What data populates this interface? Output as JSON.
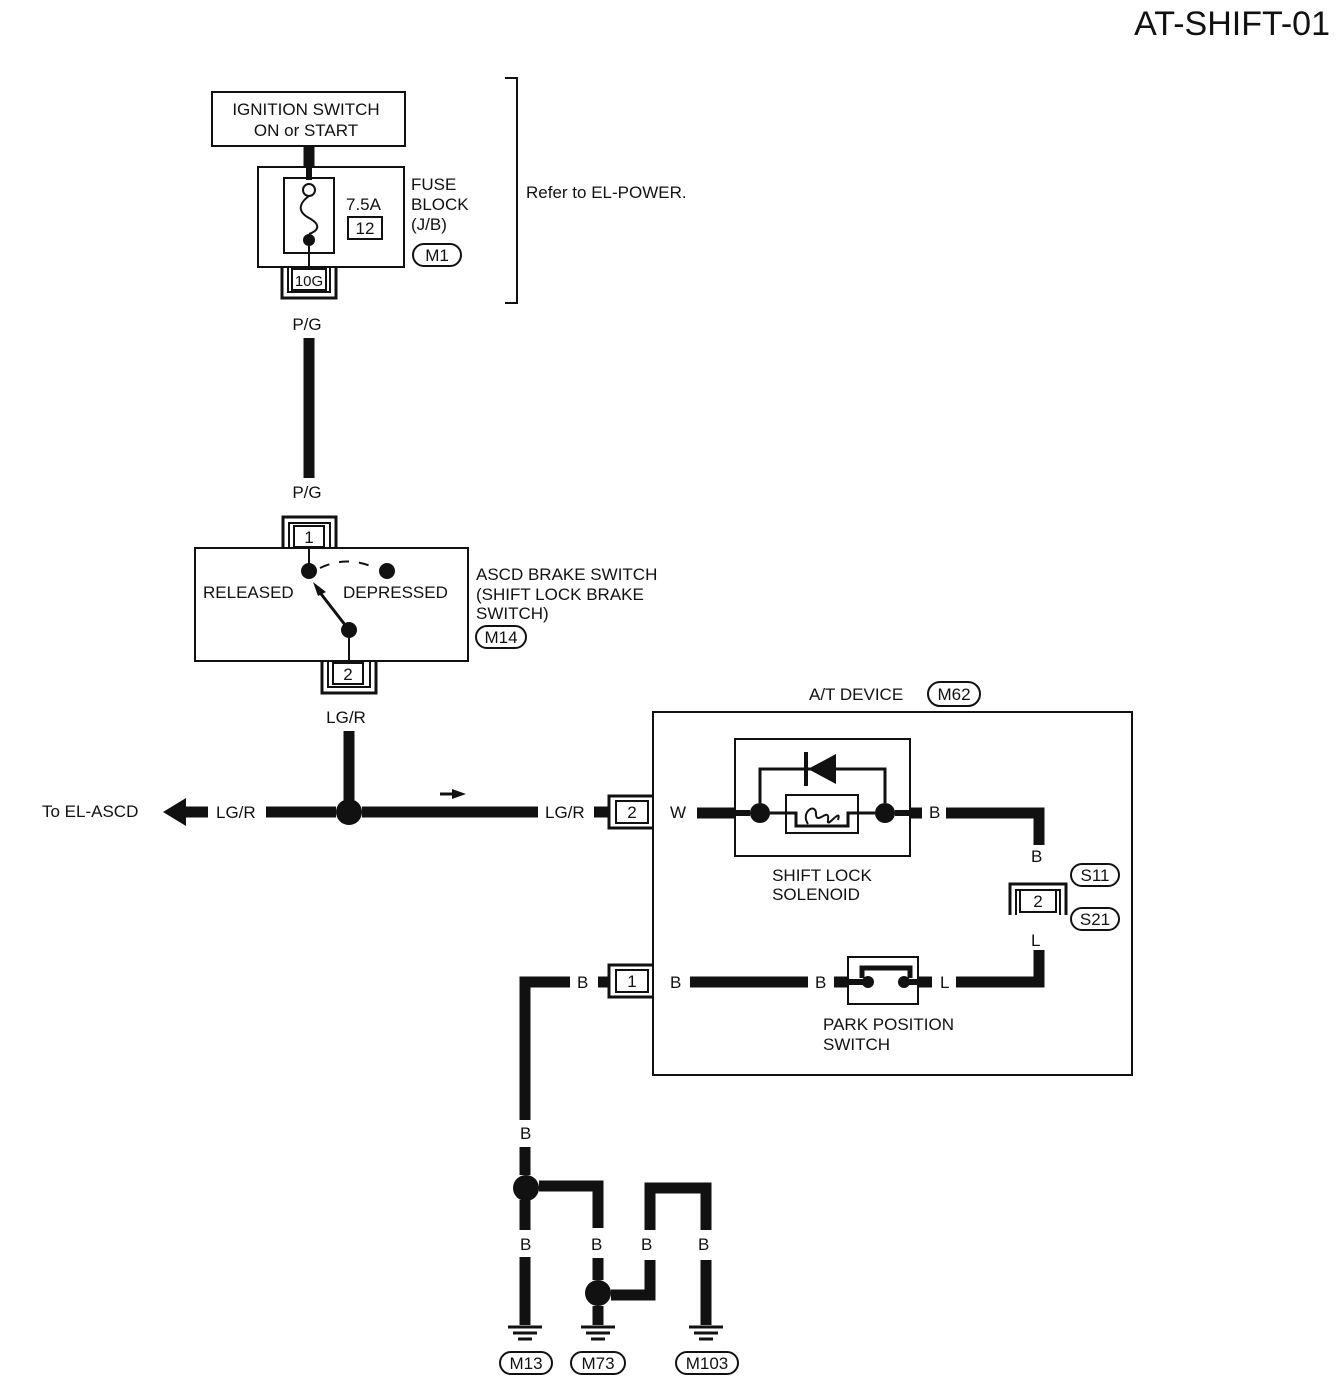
{
  "title": "AT-SHIFT-01",
  "ignition_switch": {
    "line1": "IGNITION SWITCH",
    "line2": "ON or START"
  },
  "fuse": {
    "rating": "7.5A",
    "number": "12",
    "label_lines": [
      "FUSE",
      "BLOCK",
      "(J/B)"
    ],
    "connector": "M1",
    "terminal": "10G",
    "reference": "Refer to EL-POWER."
  },
  "wires": {
    "pg_top": "P/G",
    "pg_bottom": "P/G",
    "lgr_below_switch": "LG/R",
    "lgr_left": "LG/R",
    "lgr_right": "LG/R",
    "w_in": "W",
    "b_out": "B",
    "b_down1": "B",
    "l_up": "L",
    "l_park": "L",
    "b_park": "B",
    "b_term1": "B",
    "b_ground_main": "B",
    "b_vert": "B",
    "b_g1": "B",
    "b_g2": "B",
    "b_g3": "B",
    "b_g4": "B"
  },
  "brake_switch": {
    "terminal_top": "1",
    "terminal_bottom": "2",
    "released": "RELEASED",
    "depressed": "DEPRESSED",
    "label_lines": [
      "ASCD BRAKE SWITCH",
      "(SHIFT LOCK BRAKE",
      "SWITCH)"
    ],
    "connector": "M14"
  },
  "to_ascd": "To EL-ASCD",
  "at_device": {
    "label": "A/T DEVICE",
    "connector": "M62",
    "terminal_2": "2",
    "terminal_1": "1",
    "solenoid_lines": [
      "SHIFT LOCK",
      "SOLENOID"
    ],
    "park_lines": [
      "PARK POSITION",
      "SWITCH"
    ]
  },
  "sub_connector": {
    "terminal": "2",
    "ids": [
      "S11",
      "S21"
    ]
  },
  "grounds": [
    "M13",
    "M73",
    "M103"
  ]
}
